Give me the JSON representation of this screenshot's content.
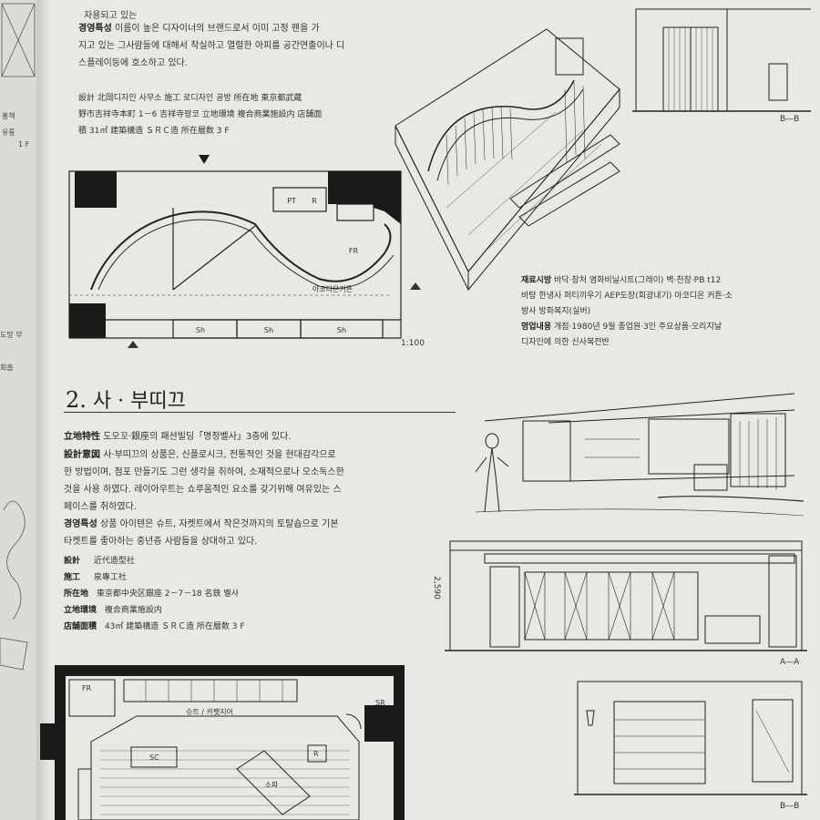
{
  "left_page": {
    "fragments": [
      "홍책",
      "유통",
      "1 F",
      "도망 부",
      "회흡"
    ]
  },
  "top_section": {
    "intro_line": "자용되고 있는",
    "management": {
      "label": "경영특성",
      "lines": [
        "이름이 높은 디자이너의 브랜드로서 이미 고정 팬을 가",
        "지고 있는 그사람들에 대해서 착실하고 열렬한 아피를 공간연출이나 디",
        "스플레이등에 호소하고 있다."
      ]
    },
    "credits": {
      "line1": "設計  北岡디자인 사무소    施工  로디자인 공방    所在地  東京都武蔵",
      "line2": "野市吉祥寺本町 1－6  吉祥寺팡코    立地環境  複合商業施設内   店舗面",
      "line3": "積  31㎡   建築構造  ＳＲＣ造   所在層数  3 F"
    },
    "plan_labels": [
      "Sh",
      "Sh",
      "Sh",
      "PT",
      "R",
      "FR",
      "아코디온커튼"
    ],
    "scale": "1:100",
    "section_label": "B―B",
    "materials": {
      "label": "재료시방",
      "lines": [
        "바닥·창처 염화비닐시트(그레이) 벽·천장·PB t12",
        "바탕 한냉사 퍼티끼우기 AEP도장(회광내기) 아코디온 커튼·소",
        "방사 방화복지(실버)"
      ]
    },
    "business": {
      "label": "영업내용",
      "lines": [
        "개점·1980년 9월 종업원·3인 주요상품·오리지날",
        "디자인에 의한 신사복전반"
      ]
    }
  },
  "section2": {
    "number": "2.",
    "title": "사 · 부띠끄",
    "location": {
      "label": "立地特性",
      "text": "도오꼬·銀座의 패션빌딩「명정벨사」3층에 있다."
    },
    "design": {
      "label": "設計意図",
      "lines": [
        "사·부띠끄의 상품은, 신플로시크, 전통적인 것을 현대감각으로",
        "한 방법이며, 점포 만들기도 그런 생각을 취하여, 소재적으로나 오소독스한",
        "것을 사용 하였다. 레이아우트는 쇼루움적인 요소를 갖기위해 여유있는 스",
        "페이스를 취하였다."
      ]
    },
    "management": {
      "label": "경영특성",
      "lines": [
        "상품 아이텐은 슈트, 자켓트에서 작은것까지의 토탈숍으로 기본",
        "타켓트를 좋아하는 중년층 사람들을 상대하고 있다."
      ]
    },
    "credits": [
      {
        "label": "設計",
        "value": "近代造型社"
      },
      {
        "label": "施工",
        "value": "泉專工社"
      },
      {
        "label": "所在地",
        "value": "東京都中央区銀座 2－7－18  名鉄 벨사"
      },
      {
        "label": "立地環境",
        "value": "複合商業施設内"
      },
      {
        "label": "店舗面積",
        "value": "43㎡  建築構造  ＳＲＣ造   所在層数  3 F"
      }
    ],
    "elevation_aa": "A―A",
    "elevation_bb": "B―B",
    "dimension": "2,590",
    "plan_labels": [
      "FR",
      "SR",
      "SC",
      "R",
      "슈트 / 카펫지어",
      "소파"
    ]
  }
}
